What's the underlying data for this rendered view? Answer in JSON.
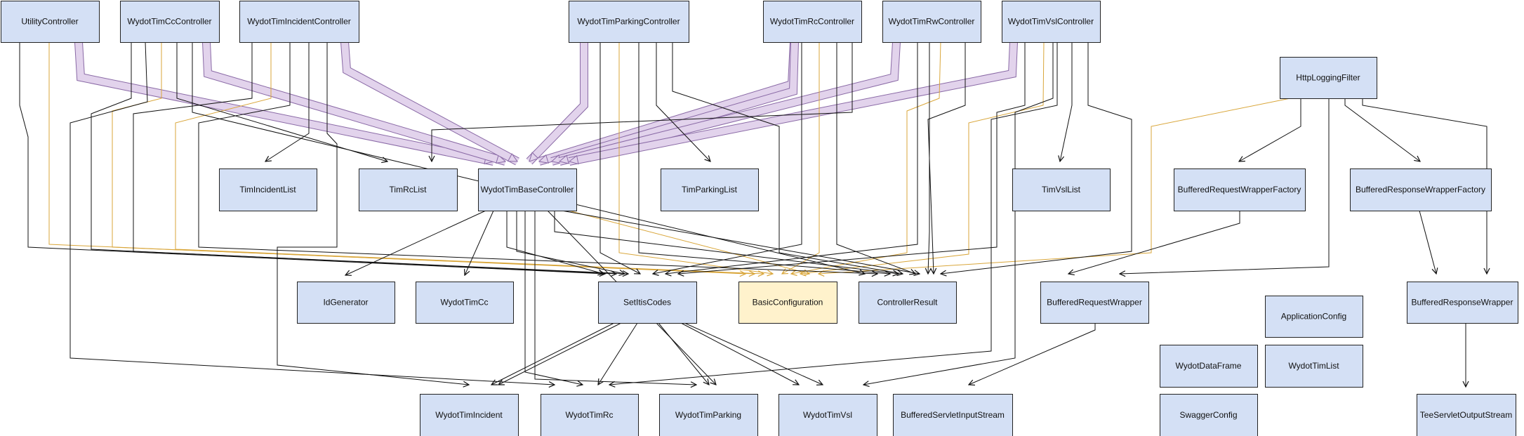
{
  "colors": {
    "node_fill": "#d4e0f5",
    "node_highlight_fill": "#fff2cc",
    "node_highlight_stroke": "#d6b656",
    "node_stroke": "#222222",
    "dependency_edge": "#111111",
    "config_edge": "#d9a63a",
    "inheritance_fill": "#e2d3ec",
    "inheritance_stroke": "#8a6aa6"
  },
  "nodes": [
    {
      "id": "utility",
      "label": "UtilityController"
    },
    {
      "id": "cc",
      "label": "WydotTimCcController"
    },
    {
      "id": "incident",
      "label": "WydotTimIncidentController"
    },
    {
      "id": "parking",
      "label": "WydotTimParkingController"
    },
    {
      "id": "rc",
      "label": "WydotTimRcController"
    },
    {
      "id": "rw",
      "label": "WydotTimRwController"
    },
    {
      "id": "vsl",
      "label": "WydotTimVslController"
    },
    {
      "id": "logging",
      "label": "HttpLoggingFilter"
    },
    {
      "id": "incidentList",
      "label": "TimIncidentList"
    },
    {
      "id": "rcList",
      "label": "TimRcList"
    },
    {
      "id": "base",
      "label": "WydotTimBaseController"
    },
    {
      "id": "parkingList",
      "label": "TimParkingList"
    },
    {
      "id": "vslList",
      "label": "TimVslList"
    },
    {
      "id": "reqFactory",
      "label": "BufferedRequestWrapperFactory"
    },
    {
      "id": "respFactory",
      "label": "BufferedResponseWrapperFactory"
    },
    {
      "id": "idgen",
      "label": "IdGenerator"
    },
    {
      "id": "wcc",
      "label": "WydotTimCc"
    },
    {
      "id": "itis",
      "label": "SetItisCodes"
    },
    {
      "id": "basiccfg",
      "label": "BasicConfiguration"
    },
    {
      "id": "result",
      "label": "ControllerResult"
    },
    {
      "id": "reqWrapper",
      "label": "BufferedRequestWrapper"
    },
    {
      "id": "appcfg",
      "label": "ApplicationConfig"
    },
    {
      "id": "respWrapper",
      "label": "BufferedResponseWrapper"
    },
    {
      "id": "dataFrame",
      "label": "WydotDataFrame"
    },
    {
      "id": "timList",
      "label": "WydotTimList"
    },
    {
      "id": "wIncident",
      "label": "WydotTimIncident"
    },
    {
      "id": "wRc",
      "label": "WydotTimRc"
    },
    {
      "id": "wParking",
      "label": "WydotTimParking"
    },
    {
      "id": "wVsl",
      "label": "WydotTimVsl"
    },
    {
      "id": "bsis",
      "label": "BufferedServletInputStream"
    },
    {
      "id": "swagger",
      "label": "SwaggerConfig"
    },
    {
      "id": "tee",
      "label": "TeeServletOutputStream"
    }
  ]
}
